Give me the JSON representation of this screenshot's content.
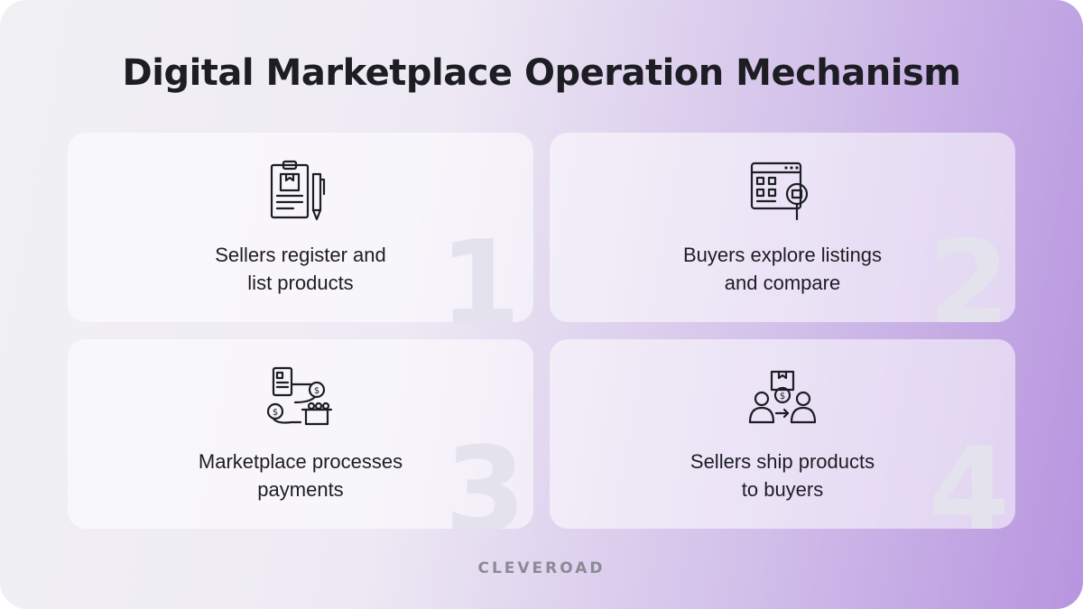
{
  "title": "Digital Marketplace Operation Mechanism",
  "steps": [
    {
      "number": "1",
      "line1": "Sellers register and",
      "line2": "list products",
      "icon": "clipboard-pen-icon"
    },
    {
      "number": "2",
      "line1": "Buyers explore listings",
      "line2": "and compare",
      "icon": "browser-search-icon"
    },
    {
      "number": "3",
      "line1": "Marketplace processes",
      "line2": "payments",
      "icon": "payment-flow-icon"
    },
    {
      "number": "4",
      "line1": "Sellers ship products",
      "line2": "to buyers",
      "icon": "shipping-exchange-icon"
    }
  ],
  "brand": "CLEVEROAD"
}
